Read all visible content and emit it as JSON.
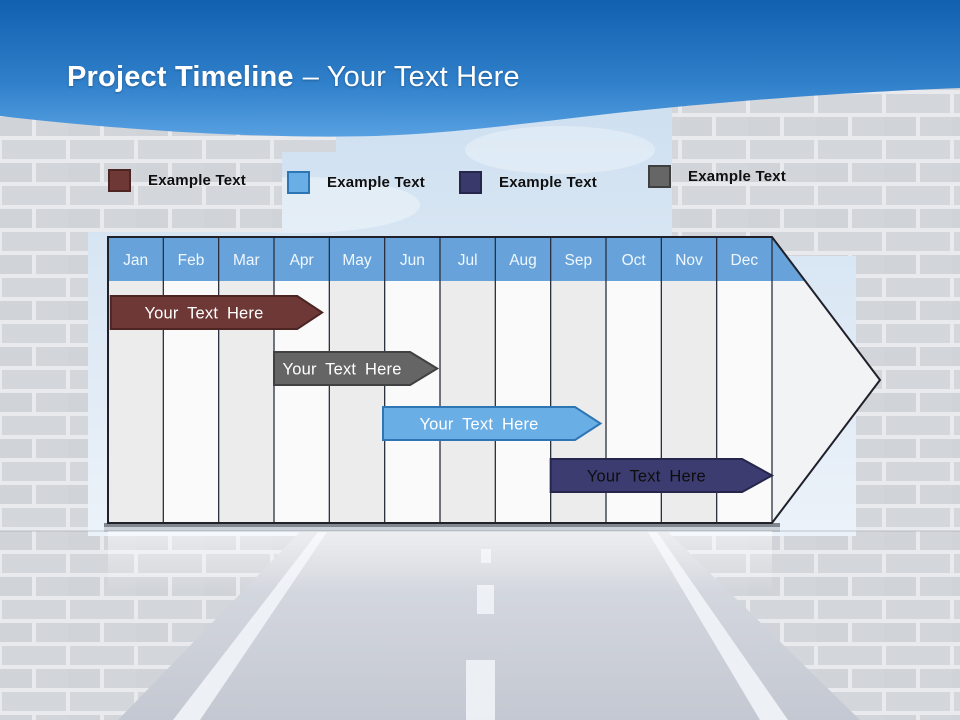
{
  "header": {
    "title_bold": "Project Timeline",
    "title_regular": "– Your Text Here",
    "gradient_top": "#1160b0",
    "gradient_bottom": "#4f99de"
  },
  "legend": {
    "items": [
      {
        "label": "Example Text",
        "color": "#6d3836",
        "border": "#4c2523"
      },
      {
        "label": "Example Text",
        "color": "#6aaee6",
        "border": "#2e75b4"
      },
      {
        "label": "Example Text",
        "color": "#39396b",
        "border": "#26264c"
      },
      {
        "label": "Example Text",
        "color": "#666666",
        "border": "#3f3f3f"
      }
    ]
  },
  "chart_data": {
    "type": "bar",
    "subtype": "gantt-timeline",
    "title": "Project Timeline – Your Text Here",
    "x_categories": [
      "Jan",
      "Feb",
      "Mar",
      "Apr",
      "May",
      "Jun",
      "Jul",
      "Aug",
      "Sep",
      "Oct",
      "Nov",
      "Dec"
    ],
    "header_fill": "#67a3da",
    "header_text_color": "#f0f7fe",
    "grid": "vertical-month-columns",
    "column_stripe_colors": [
      "#ececec",
      "#fafafa"
    ],
    "separator_color": "#2a2f3e",
    "outline_color": "#20202b",
    "arrow_body_fill": "#f2f3f5",
    "legend_position": "top",
    "bars": [
      {
        "label": "Your Text Here",
        "row": 1,
        "start_month_index": 0.05,
        "end_month_index": 3.42,
        "tip_end_month_index": 3.87,
        "fill": "#6d3836",
        "border": "#4c2523",
        "text_color": "#ffffff"
      },
      {
        "label": "Your Text Here",
        "row": 2,
        "start_month_index": 3.0,
        "end_month_index": 5.46,
        "tip_end_month_index": 5.95,
        "fill": "#656565",
        "border": "#414141",
        "text_color": "#ffffff"
      },
      {
        "label": "Your Text Here",
        "row": 3,
        "start_month_index": 4.97,
        "end_month_index": 8.44,
        "tip_end_month_index": 8.9,
        "fill": "#6aaee6",
        "border": "#2e75b4",
        "text_color": "#ffffff"
      },
      {
        "label": "Your Text Here",
        "row": 4,
        "start_month_index": 8.0,
        "end_month_index": 11.46,
        "tip_end_month_index": 12.0,
        "fill": "#3c3c71",
        "border": "#26264c",
        "text_color": "#0d0d0d"
      }
    ]
  }
}
